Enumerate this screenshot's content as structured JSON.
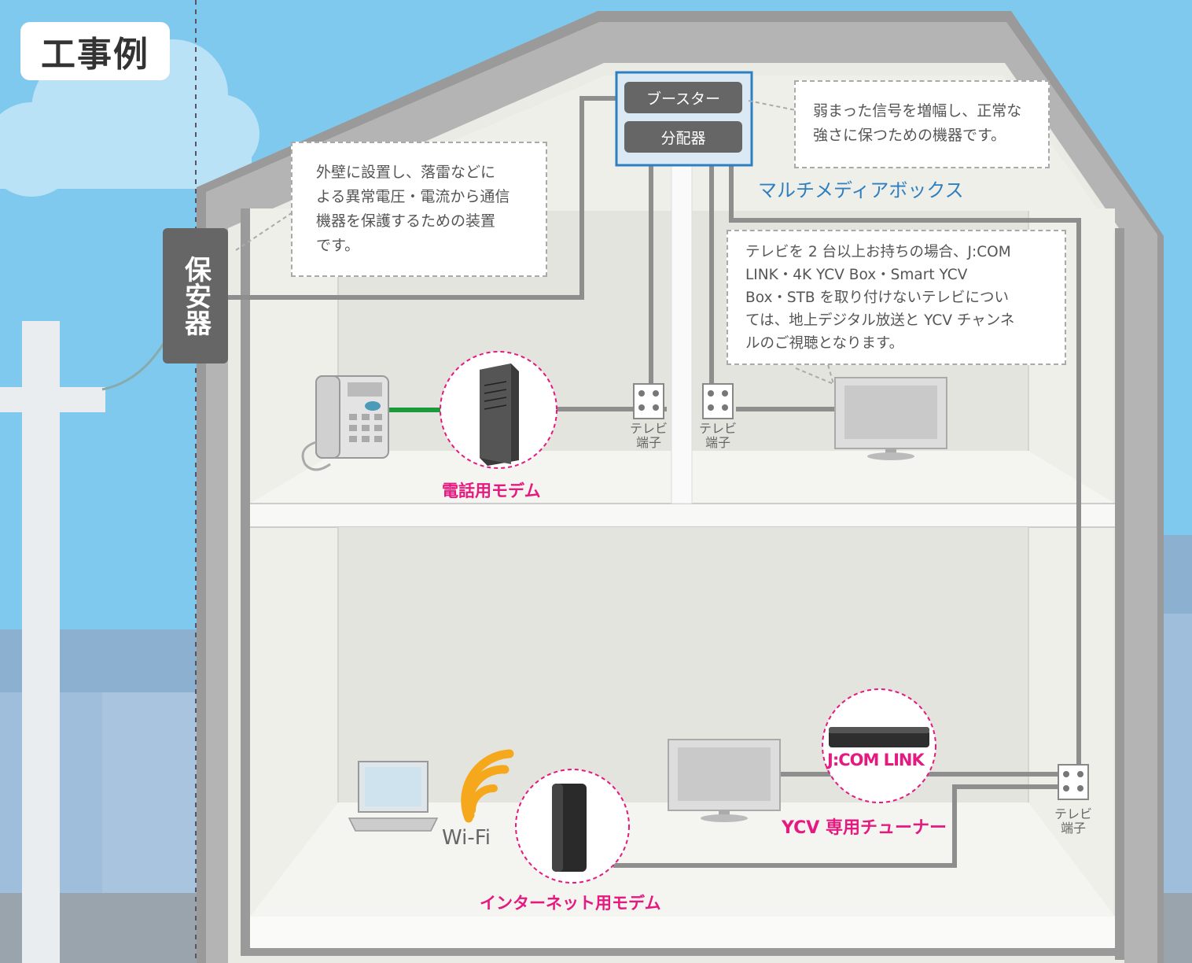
{
  "title": "工事例",
  "hoanki": "保安器",
  "callouts": {
    "hoanki_note": [
      "外壁に設置し、落雷などに",
      "よる異常電圧・電流から通信",
      "機器を保護するための装置",
      "です。"
    ],
    "booster_note": [
      "弱まった信号を増幅し、正常な",
      "強さに保つための機器です。"
    ],
    "tv_note": [
      "テレビを 2 台以上お持ちの場合、J:COM",
      "LINK・4K YCV Box・Smart YCV",
      "Box・STB を取り付けないテレビについ",
      "ては、地上デジタル放送と YCV チャンネ",
      "ルのご視聴となります。"
    ]
  },
  "multimedia_box": {
    "label": "マルチメディアボックス",
    "booster": "ブースター",
    "splitter": "分配器"
  },
  "devices": {
    "phone_modem": "電話用モデム",
    "internet_modem": "インターネット用モデム",
    "jcom_link": "J:COM LINK",
    "tuner": "YCV 専用チューナー",
    "wifi": "Wi-Fi"
  },
  "tv_terminal": {
    "line1": "テレビ",
    "line2": "端子"
  },
  "colors": {
    "sky": "#7fc8ee",
    "accent_pink": "#e5197f",
    "box_blue": "#2d7fc0",
    "wifi_orange": "#f6a81c",
    "phone_line_green": "#1a9a3a"
  }
}
